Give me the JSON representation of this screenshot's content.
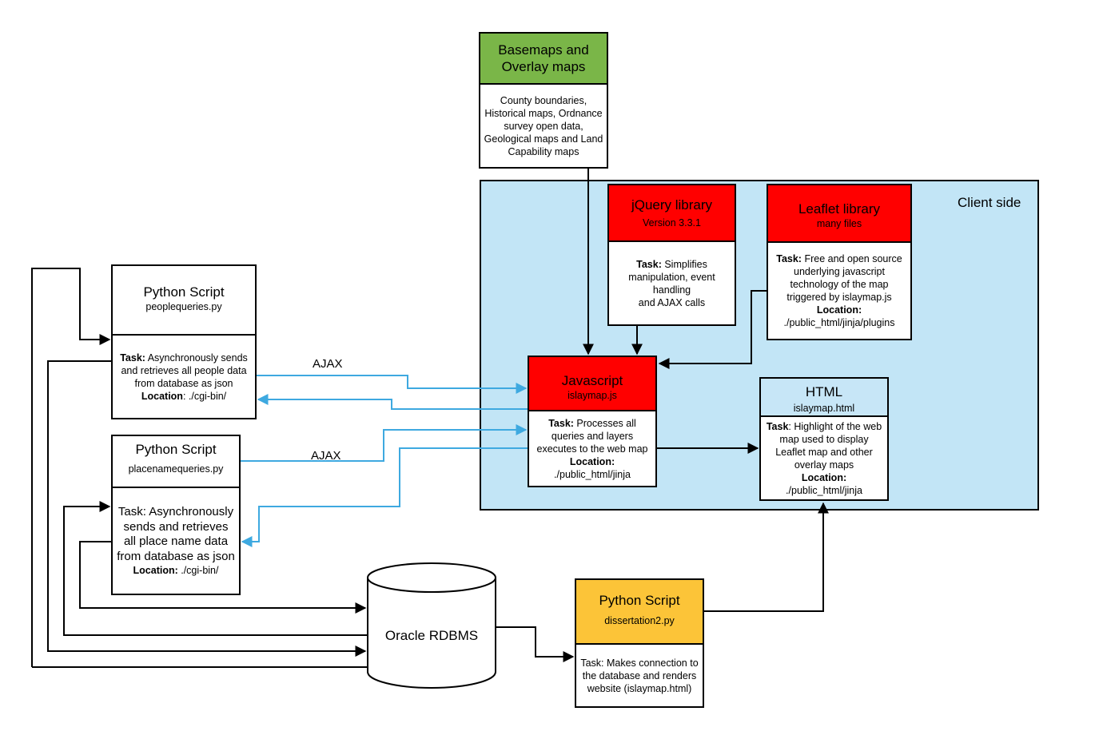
{
  "client_side_label": "Client side",
  "ajax_label_1": "AJAX",
  "ajax_label_2": "AJAX",
  "basemaps": {
    "title": "Basemaps and Overlay maps",
    "body": "County boundaries, Historical maps, Ordnance survey open data, Geological maps and Land Capability maps"
  },
  "jquery": {
    "title": "jQuery library",
    "subtitle": "Version 3.3.1",
    "task_label": "Task:",
    "task": " Simplifies manipulation, event handling",
    "task_2": "and AJAX calls"
  },
  "leaflet": {
    "title": "Leaflet library",
    "subtitle": "many files",
    "task_label": "Task:",
    "task": " Free and open source underlying javascript technology of the map triggered by islaymap.js",
    "location_label": "Location:",
    "location": "./public_html/jinja/plugins"
  },
  "javascript": {
    "title": "Javascript",
    "subtitle": "islaymap.js",
    "task_label": "Task:",
    "task": " Processes all queries and layers executes to the web map",
    "location_label": "Location:",
    "location": "./public_html/jinja"
  },
  "html": {
    "title": "HTML",
    "subtitle": "islaymap.html",
    "task_label": "Task",
    "task": ": Highlight of the web map used to display Leaflet map and other overlay maps",
    "location_label": "Location:",
    "location": "./public_html/jinja"
  },
  "people": {
    "title": "Python Script",
    "subtitle": "peoplequeries.py",
    "task_label": "Task:",
    "task": " Asynchronously sends and retrieves all people data  from database as json",
    "location_label": "Location",
    "location": ": ./cgi-bin/"
  },
  "placename": {
    "title": "Python Script",
    "subtitle": "placenamequeries.py",
    "task": "Task: Asynchronously sends and retrieves all place name data from database as json",
    "location_label": "Location:",
    "location": " ./cgi-bin/"
  },
  "oracle": {
    "label": "Oracle RDBMS"
  },
  "dissertation": {
    "title": "Python Script",
    "subtitle": "dissertation2.py",
    "task": "Task: Makes connection to the database and renders website (islaymap.html)"
  },
  "colors": {
    "ajax_arrow": "#3ea9e0",
    "arrow": "#000000",
    "client_fill": "#c2e5f6",
    "header_red": "#ff0000",
    "header_green": "#7ab648",
    "header_yellow": "#fcc438",
    "header_lightblue": "#c7e6f7"
  }
}
